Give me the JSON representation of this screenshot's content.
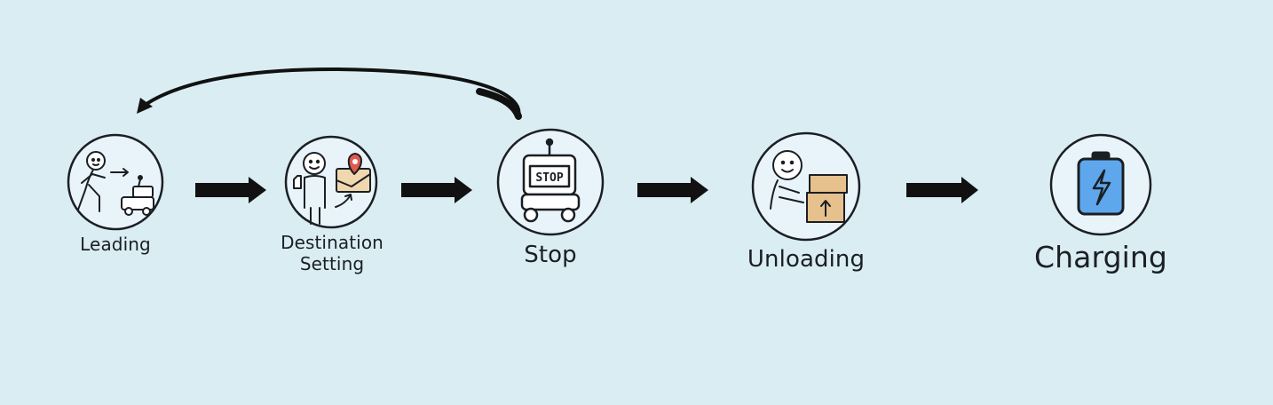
{
  "steps": [
    {
      "id": "leading",
      "label": "Leading",
      "icon": "person-leading-robot-icon"
    },
    {
      "id": "destination",
      "label_lines": [
        "Destination",
        "Setting"
      ],
      "icon": "person-map-pin-icon"
    },
    {
      "id": "stop",
      "label": "Stop",
      "icon": "robot-stop-sign-icon",
      "sign_text": "STOP"
    },
    {
      "id": "unloading",
      "label": "Unloading",
      "icon": "person-box-icon"
    },
    {
      "id": "charging",
      "label": "Charging",
      "icon": "battery-charging-icon"
    }
  ],
  "connections": [
    {
      "from": "leading",
      "to": "destination",
      "style": "arrow"
    },
    {
      "from": "destination",
      "to": "stop",
      "style": "arrow"
    },
    {
      "from": "stop",
      "to": "unloading",
      "style": "arrow"
    },
    {
      "from": "unloading",
      "to": "charging",
      "style": "arrow"
    },
    {
      "from": "stop",
      "to": "leading",
      "style": "curved-return-arrow"
    }
  ],
  "colors": {
    "background": "#d9edf3",
    "node_fill": "#e9f4fa",
    "stroke": "#1b1f24",
    "map_pin": "#e05a4e",
    "box": "#e6c08d",
    "battery": "#5fa7ec"
  }
}
